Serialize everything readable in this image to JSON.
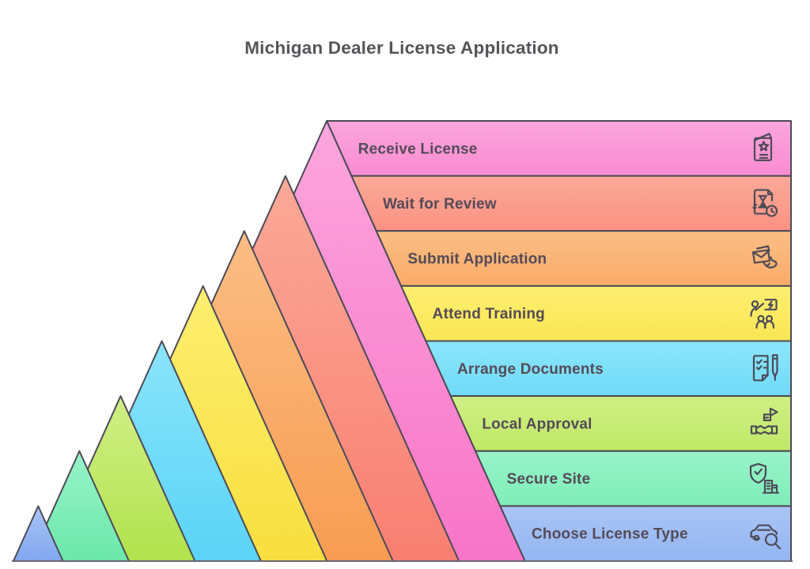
{
  "title": "Michigan Dealer License Application",
  "colors": {
    "background": "#FFFFFF",
    "outline": "#4D4A57",
    "label_text": "#554A57",
    "title_text": "#56545A"
  },
  "steps": [
    {
      "label": "Receive License",
      "icon": "license-certificate-icon",
      "color_top": "#FCA6DD",
      "color_bottom": "#F775C7"
    },
    {
      "label": "Wait for Review",
      "icon": "document-hourglass-clock-icon",
      "color_top": "#FBA998",
      "color_bottom": "#F87F72"
    },
    {
      "label": "Submit Application",
      "icon": "envelope-hand-icon",
      "color_top": "#FBBE85",
      "color_bottom": "#F79C52"
    },
    {
      "label": "Attend Training",
      "icon": "training-presentation-icon",
      "color_top": "#FCEE70",
      "color_bottom": "#F8DF3F"
    },
    {
      "label": "Arrange Documents",
      "icon": "checklist-pen-icon",
      "color_top": "#8BE5FA",
      "color_bottom": "#5AD3F6"
    },
    {
      "label": "Local Approval",
      "icon": "flag-handshake-icon",
      "color_top": "#D0EF85",
      "color_bottom": "#B1E24D"
    },
    {
      "label": "Secure Site",
      "icon": "shield-check-building-icon",
      "color_top": "#98F3C9",
      "color_bottom": "#6BE8AB"
    },
    {
      "label": "Choose License Type",
      "icon": "car-search-icon",
      "color_top": "#A9C5F5",
      "color_bottom": "#82A7EE"
    }
  ]
}
